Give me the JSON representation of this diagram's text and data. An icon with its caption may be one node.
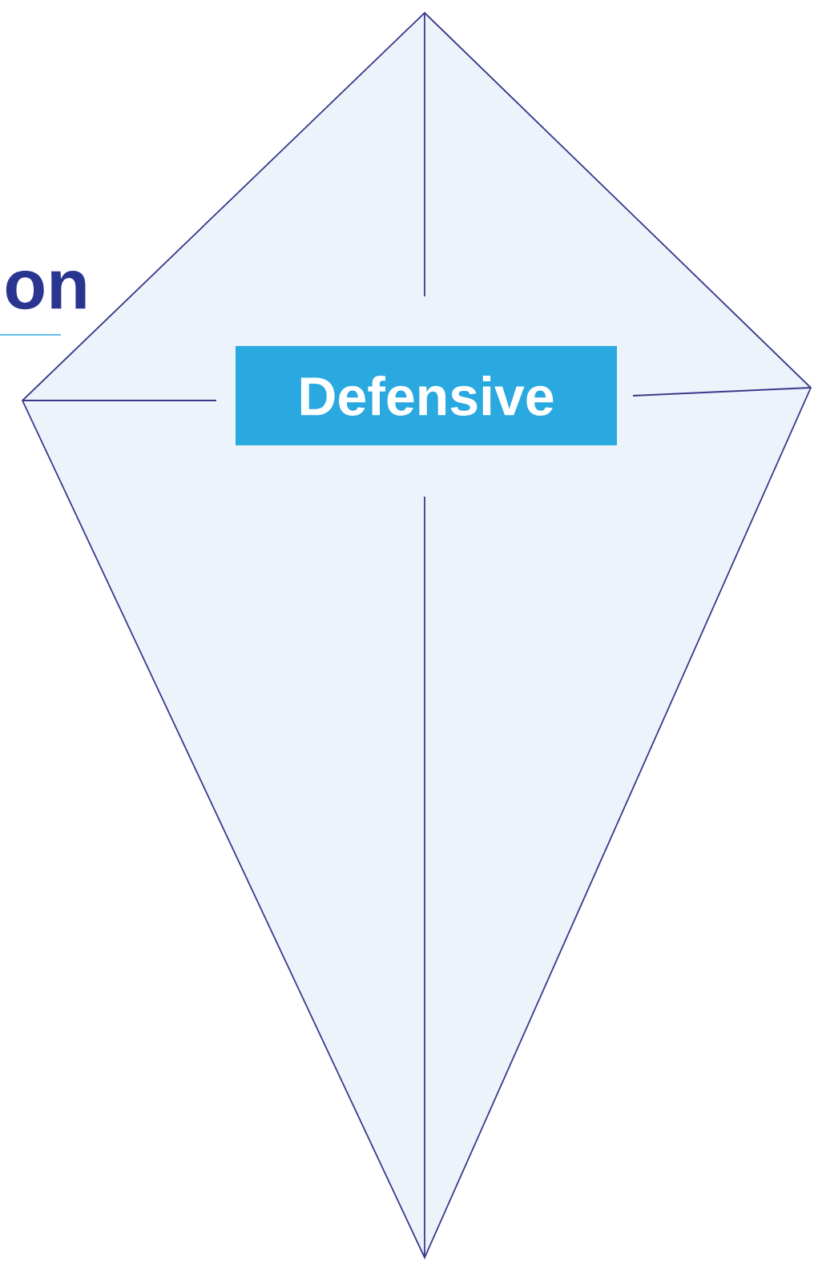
{
  "diagram": {
    "title": "on",
    "nodes": [
      {
        "text": [],
        "shape": "diamond"
      },
      {
        "text": [
          "Defensive"
        ],
        "in": 0
      }
    ]
  }
}
